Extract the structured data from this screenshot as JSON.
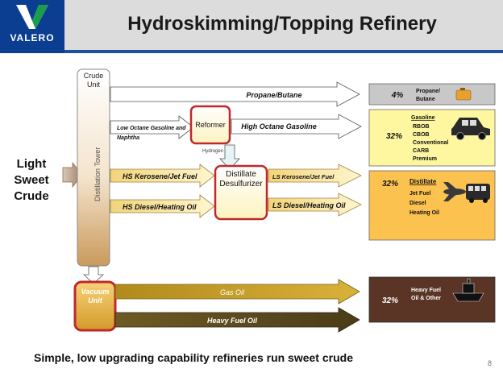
{
  "title": "Hydroskimming/Topping Refinery",
  "logo": {
    "text": "VALERO",
    "brand_color": "#0b3d91",
    "accent_color": "#f5a623"
  },
  "feed": {
    "line1": "Light",
    "line2": "Sweet",
    "line3": "Crude"
  },
  "units": {
    "crude_unit": "Crude Unit",
    "crude_unit_line1": "Crude",
    "crude_unit_line2": "Unit",
    "tower": "Distillation Tower",
    "reformer": "Reformer",
    "desulf_line1": "Distillate",
    "desulf_line2": "Desulfurizer",
    "vacuum_line1": "Vacuum",
    "vacuum_line2": "Unit",
    "hydrogen": "Hydrogen"
  },
  "streams": {
    "propane_butane": "Propane/Butane",
    "low_octane_line1": "Low Octane Gasoline and",
    "low_octane_line2": "Naphtha",
    "high_octane": "High Octane Gasoline",
    "hs_kero": "HS Kerosene/Jet Fuel",
    "ls_kero": "LS Kerosene/Jet Fuel",
    "hs_diesel": "HS Diesel/Heating Oil",
    "ls_diesel": "LS Diesel/Heating Oil",
    "gas_oil": "Gas Oil",
    "heavy_fuel": "Heavy Fuel Oil"
  },
  "products": {
    "lpg": {
      "pct": "4%",
      "line1": "Propane/",
      "line2": "Butane",
      "color": "#c8c8c8"
    },
    "gasoline": {
      "pct": "32%",
      "heading": "Gasoline",
      "items": [
        "RBOB",
        "CBOB",
        "Conventional",
        "CARB",
        "Premium"
      ],
      "color": "#fff7a0"
    },
    "distillate": {
      "pct": "32%",
      "heading": "Distillate",
      "items": [
        "Jet Fuel",
        "Diesel",
        "Heating Oil"
      ],
      "color": "#fcc24f"
    },
    "heavy": {
      "pct": "32%",
      "line1": "Heavy Fuel",
      "line2": "Oil & Other",
      "color": "#5a3424"
    }
  },
  "footer": "Simple, low upgrading capability refineries run sweet crude",
  "page_number": "8"
}
